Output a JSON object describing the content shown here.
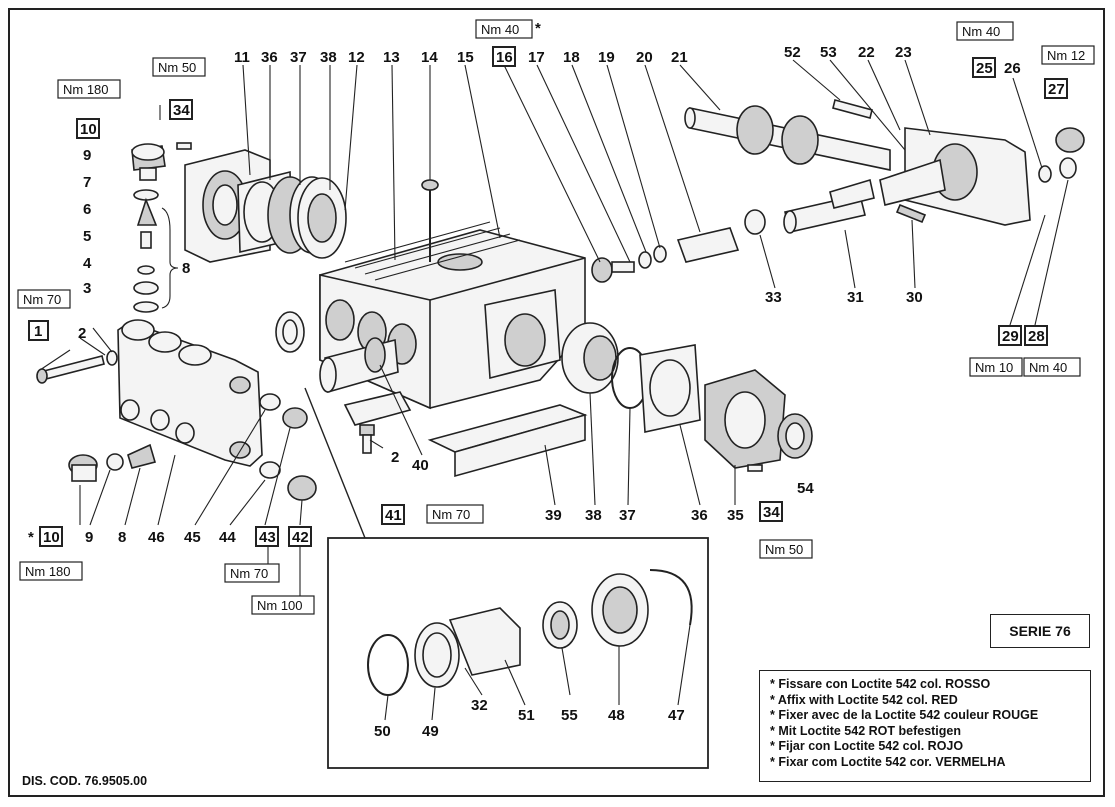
{
  "drawing_code": "DIS. COD. 76.9505.00",
  "series_label": "SERIE 76",
  "notes": [
    "* Fissare con Loctite 542 col. ROSSO",
    "* Affix with Loctite 542 col. RED",
    "* Fixer avec de la Loctite 542 couleur ROUGE",
    "* Mit Loctite 542 ROT befestigen",
    "* Fijar con Loctite 542 col. ROJO",
    "* Fixar com Loctite 542 cor. VERMELHA"
  ],
  "torque": {
    "nm40_top": "Nm 40",
    "nm50_left": "Nm 50",
    "nm180_top": "Nm 180",
    "nm70_left": "Nm 70",
    "nm40_right": "Nm 40",
    "nm12": "Nm 12",
    "nm10": "Nm 10",
    "nm40_28": "Nm 40",
    "nm70_41": "Nm 70",
    "nm50_34": "Nm 50",
    "nm180_bottom": "Nm 180",
    "nm70_43": "Nm 70",
    "nm100": "Nm 100"
  },
  "boxed_refs": {
    "b10_top": "10",
    "b34_left": "34",
    "b1": "1",
    "b16": "16",
    "b25": "25",
    "b27": "27",
    "b29": "29",
    "b28": "28",
    "b41": "41",
    "b34_right": "34",
    "b10_bottom": "10",
    "b43": "43",
    "b42": "42"
  },
  "asterisk": "*",
  "parts": {
    "p11": "11",
    "p36t": "36",
    "p37t": "37",
    "p38t": "38",
    "p12": "12",
    "p13": "13",
    "p14": "14",
    "p15": "15",
    "p17": "17",
    "p18": "18",
    "p19": "19",
    "p20": "20",
    "p21": "21",
    "p52": "52",
    "p53": "53",
    "p22": "22",
    "p23": "23",
    "p26": "26",
    "p9t": "9",
    "p7": "7",
    "p6": "6",
    "p5": "5",
    "p4": "4",
    "p3": "3",
    "p8g": "8",
    "p2l": "2",
    "p33": "33",
    "p31": "31",
    "p30": "30",
    "p2c": "2",
    "p40": "40",
    "p39": "39",
    "p38b": "38",
    "p37b": "37",
    "p36b": "36",
    "p35": "35",
    "p54": "54",
    "p9b": "9",
    "p8b": "8",
    "p46": "46",
    "p45": "45",
    "p44": "44",
    "p50": "50",
    "p49": "49",
    "p32": "32",
    "p51": "51",
    "p55": "55",
    "p48": "48",
    "p47": "47"
  }
}
